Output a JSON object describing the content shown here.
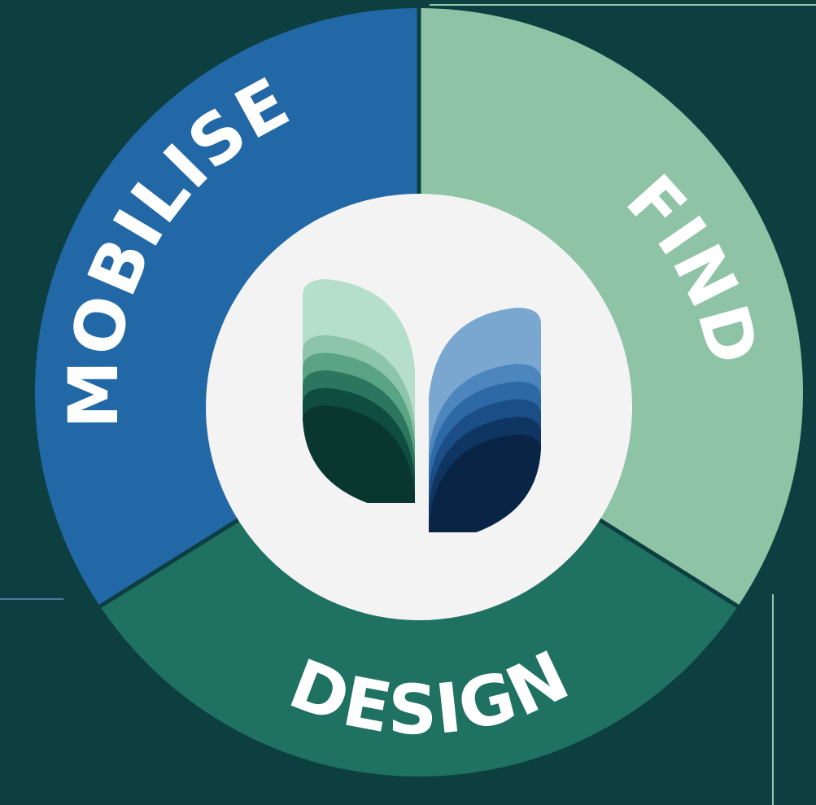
{
  "diagram": {
    "segments": [
      {
        "id": "mobilise",
        "label": "MOBILISE",
        "color": "#2268a6"
      },
      {
        "id": "find",
        "label": "FIND",
        "color": "#8ec3a6"
      },
      {
        "id": "design",
        "label": "DESIGN",
        "color": "#1f7161"
      }
    ],
    "colors": {
      "background": "#0d3f40",
      "center_disc": "#f3f3f4",
      "divider": "#0d3f40",
      "outline": "#8fc9b0"
    },
    "logo": {
      "left_leaf_colors": [
        "#b5dfcb",
        "#8dc5aa",
        "#5aa384",
        "#2c7660",
        "#0e4d3f",
        "#0a3630"
      ],
      "right_leaf_colors": [
        "#7aa7d0",
        "#4d86bd",
        "#2d69a5",
        "#1b4d86",
        "#0f3563",
        "#0a2446"
      ]
    }
  }
}
